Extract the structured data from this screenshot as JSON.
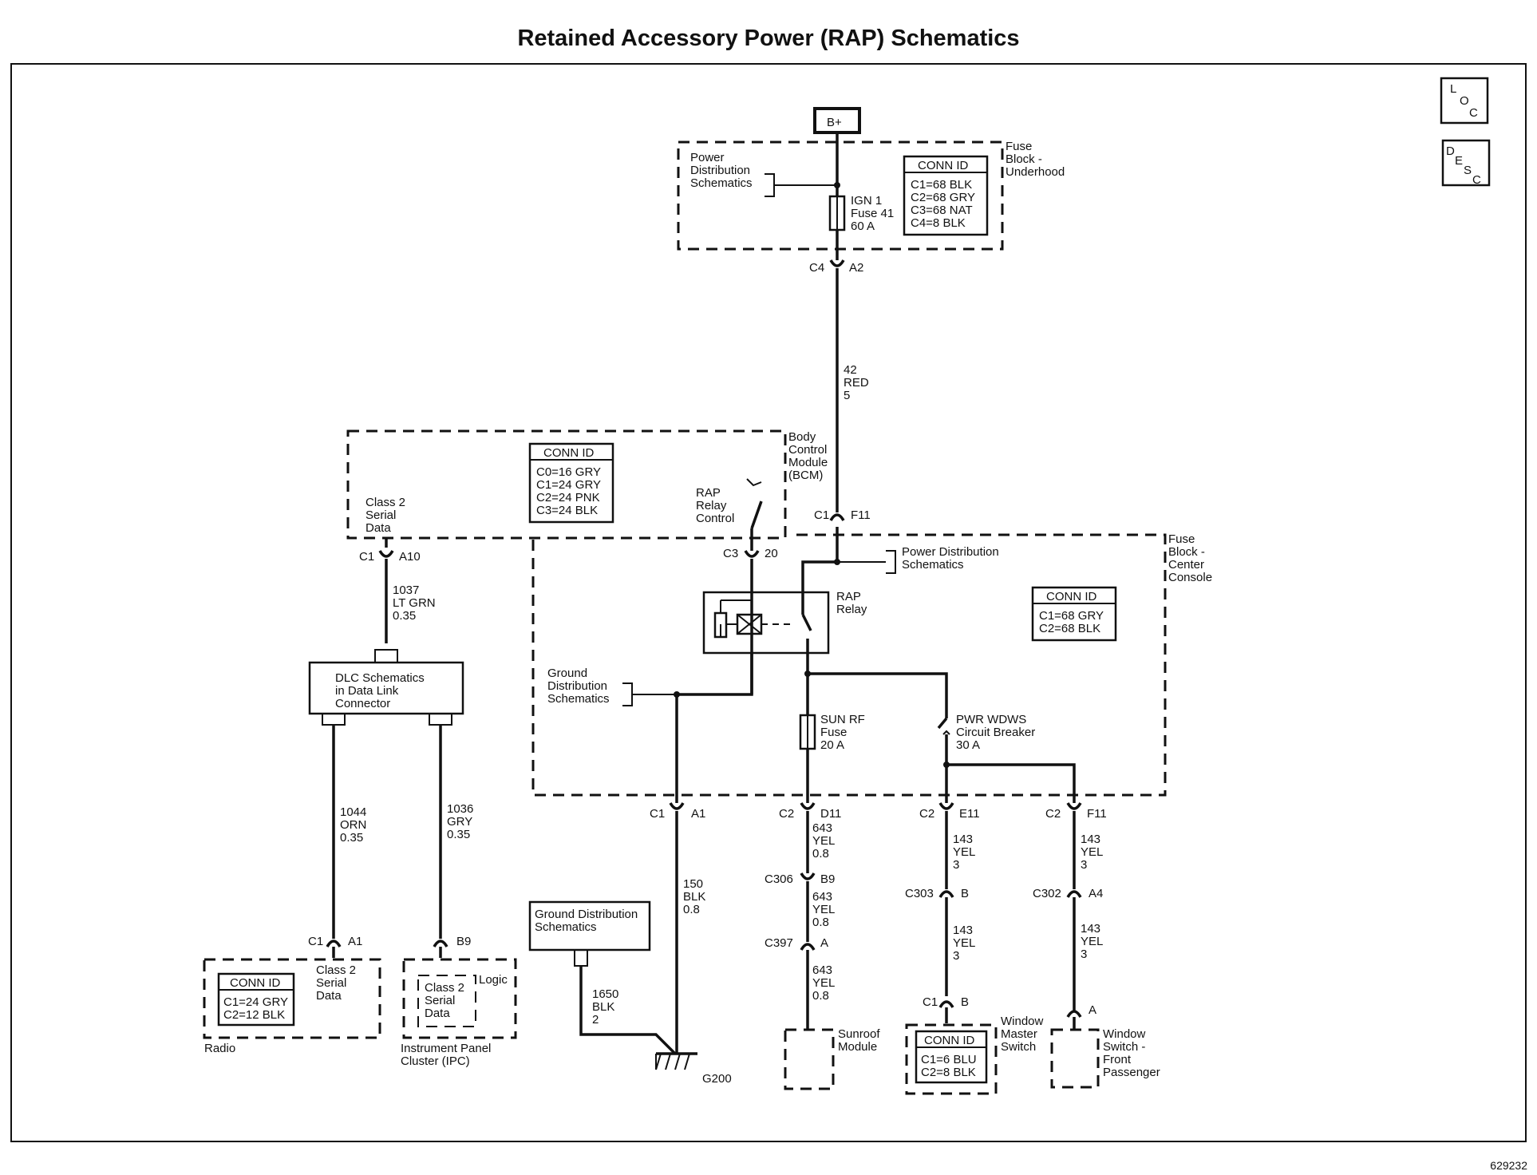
{
  "title": "Retained Accessory Power (RAP) Schematics",
  "doc_number": "629232",
  "nav": {
    "loc": [
      "L",
      "O",
      "C"
    ],
    "desc": [
      "D",
      "E",
      "S",
      "C"
    ]
  },
  "batt": "B+",
  "fuse_block_underhood": {
    "label": [
      "Fuse",
      "Block -",
      "Underhood"
    ],
    "power_dist": [
      "Power",
      "Distribution",
      "Schematics"
    ],
    "fuse": [
      "IGN 1",
      "Fuse 41",
      "60 A"
    ],
    "conn_title": "CONN ID",
    "conn": [
      "C1=68 BLK",
      "C2=68 GRY",
      "C3=68 NAT",
      "C4=8 BLK"
    ],
    "c4": "C4",
    "a2": "A2"
  },
  "wire_42": [
    "42",
    "RED",
    "5"
  ],
  "bcm": {
    "label": [
      "Body",
      "Control",
      "Module",
      "(BCM)"
    ],
    "conn_title": "CONN ID",
    "conn": [
      "C0=16 GRY",
      "C1=24 GRY",
      "C2=24 PNK",
      "C3=24 BLK"
    ],
    "class2": [
      "Class 2",
      "Serial",
      "Data"
    ],
    "rap_control": [
      "RAP",
      "Relay",
      "Control"
    ],
    "c1": "C1",
    "f11": "F11",
    "c3": "C3",
    "p20": "20",
    "c1b": "C1",
    "a10": "A10"
  },
  "wire_1037": [
    "1037",
    "LT GRN",
    "0.35"
  ],
  "dlc": [
    "DLC Schematics",
    "in Data Link",
    "Connector"
  ],
  "wire_1044": [
    "1044",
    "ORN",
    "0.35"
  ],
  "wire_1036": [
    "1036",
    "GRY",
    "0.35"
  ],
  "radio": {
    "label": "Radio",
    "conn_title": "CONN ID",
    "conn": [
      "C1=24 GRY",
      "C2=12 BLK"
    ],
    "class2": [
      "Class 2",
      "Serial",
      "Data"
    ],
    "c1": "C1",
    "a1": "A1"
  },
  "ipc": {
    "label": [
      "Instrument Panel",
      "Cluster (IPC)"
    ],
    "class2": [
      "Class 2",
      "Serial",
      "Data"
    ],
    "logic": "Logic",
    "b9": "B9"
  },
  "fuse_block_center": {
    "label": [
      "Fuse",
      "Block -",
      "Center",
      "Console"
    ],
    "power_dist": [
      "Power Distribution",
      "Schematics"
    ],
    "rap_relay": [
      "RAP",
      "Relay"
    ],
    "conn_title": "CONN ID",
    "conn": [
      "C1=68 GRY",
      "C2=68 BLK"
    ],
    "ground_dist": [
      "Ground",
      "Distribution",
      "Schematics"
    ],
    "sunrf": [
      "SUN RF",
      "Fuse",
      "20 A"
    ],
    "pwr_wdws": [
      "PWR WDWS",
      "Circuit Breaker",
      "30 A"
    ],
    "c1a1": [
      "C1",
      "A1"
    ],
    "c2d11": [
      "C2",
      "D11"
    ],
    "c2e11": [
      "C2",
      "E11"
    ],
    "c2f11": [
      "C2",
      "F11"
    ]
  },
  "wire_150": [
    "150",
    "BLK",
    "0.8"
  ],
  "ground_box": [
    "Ground Distribution",
    "Schematics"
  ],
  "wire_1650": [
    "1650",
    "BLK",
    "2"
  ],
  "g200": "G200",
  "wire_643a": [
    "643",
    "YEL",
    "0.8"
  ],
  "c306": [
    "C306",
    "B9"
  ],
  "wire_643b": [
    "643",
    "YEL",
    "0.8"
  ],
  "c397": [
    "C397",
    "A"
  ],
  "wire_643c": [
    "643",
    "YEL",
    "0.8"
  ],
  "sunroof": [
    "Sunroof",
    "Module"
  ],
  "wire_143a": [
    "143",
    "YEL",
    "3"
  ],
  "c303": [
    "C303",
    "B"
  ],
  "wire_143b": [
    "143",
    "YEL",
    "3"
  ],
  "wms": {
    "label": [
      "Window",
      "Master",
      "Switch"
    ],
    "c1b": [
      "C1",
      "B"
    ],
    "conn_title": "CONN ID",
    "conn": [
      "C1=6 BLU",
      "C2=8 BLK"
    ]
  },
  "wire_143c": [
    "143",
    "YEL",
    "3"
  ],
  "c302": [
    "C302",
    "A4"
  ],
  "wire_143d": [
    "143",
    "YEL",
    "3"
  ],
  "wsfp": {
    "label": [
      "Window",
      "Switch -",
      "Front",
      "Passenger"
    ],
    "a": "A"
  }
}
